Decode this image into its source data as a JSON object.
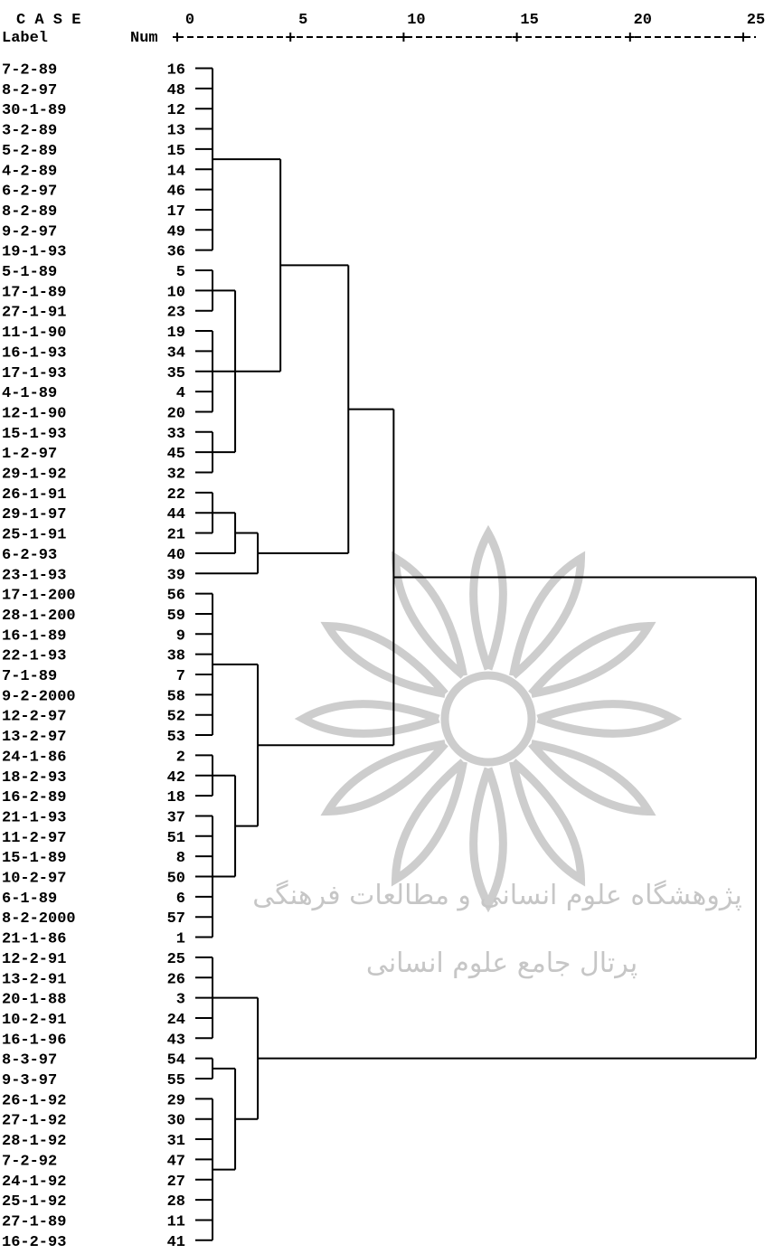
{
  "header": {
    "case_title": "C A S E",
    "label_header": "Label",
    "num_header": "Num",
    "scale_ticks": [
      "0",
      "5",
      "10",
      "15",
      "20",
      "25"
    ],
    "ruler_text": "+---------+---------+---------+---------+---------+"
  },
  "chart_data": {
    "type": "dendrogram",
    "x_axis": {
      "min": 0,
      "max": 25,
      "ticks": [
        0,
        5,
        10,
        15,
        20,
        25
      ]
    },
    "cases": [
      {
        "label": "7-2-89",
        "num": "16"
      },
      {
        "label": "8-2-97",
        "num": "48"
      },
      {
        "label": "30-1-89",
        "num": "12"
      },
      {
        "label": "3-2-89",
        "num": "13"
      },
      {
        "label": "5-2-89",
        "num": "15"
      },
      {
        "label": "4-2-89",
        "num": "14"
      },
      {
        "label": "6-2-97",
        "num": "46"
      },
      {
        "label": "8-2-89",
        "num": "17"
      },
      {
        "label": "9-2-97",
        "num": "49"
      },
      {
        "label": "19-1-93",
        "num": "36"
      },
      {
        "label": "5-1-89",
        "num": "5"
      },
      {
        "label": "17-1-89",
        "num": "10"
      },
      {
        "label": "27-1-91",
        "num": "23"
      },
      {
        "label": "11-1-90",
        "num": "19"
      },
      {
        "label": "16-1-93",
        "num": "34"
      },
      {
        "label": "17-1-93",
        "num": "35"
      },
      {
        "label": "4-1-89",
        "num": "4"
      },
      {
        "label": "12-1-90",
        "num": "20"
      },
      {
        "label": "15-1-93",
        "num": "33"
      },
      {
        "label": "1-2-97",
        "num": "45"
      },
      {
        "label": "29-1-92",
        "num": "32"
      },
      {
        "label": "26-1-91",
        "num": "22"
      },
      {
        "label": "29-1-97",
        "num": "44"
      },
      {
        "label": "25-1-91",
        "num": "21"
      },
      {
        "label": "6-2-93",
        "num": "40"
      },
      {
        "label": "23-1-93",
        "num": "39"
      },
      {
        "label": "17-1-200",
        "num": "56"
      },
      {
        "label": "28-1-200",
        "num": "59"
      },
      {
        "label": "16-1-89",
        "num": "9"
      },
      {
        "label": "22-1-93",
        "num": "38"
      },
      {
        "label": "7-1-89",
        "num": "7"
      },
      {
        "label": "9-2-2000",
        "num": "58"
      },
      {
        "label": "12-2-97",
        "num": "52"
      },
      {
        "label": "13-2-97",
        "num": "53"
      },
      {
        "label": "24-1-86",
        "num": "2"
      },
      {
        "label": "18-2-93",
        "num": "42"
      },
      {
        "label": "16-2-89",
        "num": "18"
      },
      {
        "label": "21-1-93",
        "num": "37"
      },
      {
        "label": "11-2-97",
        "num": "51"
      },
      {
        "label": "15-1-89",
        "num": "8"
      },
      {
        "label": "10-2-97",
        "num": "50"
      },
      {
        "label": "6-1-89",
        "num": "6"
      },
      {
        "label": "8-2-2000",
        "num": "57"
      },
      {
        "label": "21-1-86",
        "num": "1"
      },
      {
        "label": "12-2-91",
        "num": "25"
      },
      {
        "label": "13-2-91",
        "num": "26"
      },
      {
        "label": "20-1-88",
        "num": "3"
      },
      {
        "label": "10-2-91",
        "num": "24"
      },
      {
        "label": "16-1-96",
        "num": "43"
      },
      {
        "label": "8-3-97",
        "num": "54"
      },
      {
        "label": "9-3-97",
        "num": "55"
      },
      {
        "label": "26-1-92",
        "num": "29"
      },
      {
        "label": "27-1-92",
        "num": "30"
      },
      {
        "label": "28-1-92",
        "num": "31"
      },
      {
        "label": "7-2-92",
        "num": "47"
      },
      {
        "label": "24-1-92",
        "num": "27"
      },
      {
        "label": "25-1-92",
        "num": "28"
      },
      {
        "label": "27-1-89",
        "num": "11"
      },
      {
        "label": "16-2-93",
        "num": "41"
      }
    ],
    "merges": [
      {
        "id": "A",
        "rows": [
          0,
          9
        ],
        "dist": 1
      },
      {
        "id": "B",
        "rows": [
          10,
          12
        ],
        "dist": 1
      },
      {
        "id": "C",
        "rows": [
          13,
          17
        ],
        "dist": 1
      },
      {
        "id": "D",
        "rows": [
          18,
          20
        ],
        "dist": 1
      },
      {
        "id": "E",
        "children": [
          "B",
          "C",
          "D"
        ],
        "dist": 2
      },
      {
        "id": "F",
        "children": [
          "A",
          "E"
        ],
        "dist": 4
      },
      {
        "id": "G",
        "rows": [
          21,
          23
        ],
        "dist": 1
      },
      {
        "id": "H",
        "children": [
          "G",
          24
        ],
        "dist": 2
      },
      {
        "id": "I",
        "children": [
          "H",
          25
        ],
        "dist": 3
      },
      {
        "id": "J",
        "children": [
          "F",
          "I"
        ],
        "dist": 7
      },
      {
        "id": "K",
        "rows": [
          26,
          33
        ],
        "dist": 1
      },
      {
        "id": "L",
        "rows": [
          34,
          36
        ],
        "dist": 1
      },
      {
        "id": "M",
        "rows": [
          37,
          43
        ],
        "dist": 1
      },
      {
        "id": "N",
        "children": [
          "L",
          "M"
        ],
        "dist": 2
      },
      {
        "id": "O",
        "children": [
          "K",
          "N"
        ],
        "dist": 3
      },
      {
        "id": "P",
        "children": [
          "J",
          "O"
        ],
        "dist": 9
      },
      {
        "id": "Q",
        "rows": [
          44,
          48
        ],
        "dist": 1
      },
      {
        "id": "R",
        "rows": [
          49,
          50
        ],
        "dist": 1
      },
      {
        "id": "S",
        "rows": [
          51,
          58
        ],
        "dist": 1
      },
      {
        "id": "T",
        "children": [
          "R",
          "S"
        ],
        "dist": 2
      },
      {
        "id": "U",
        "children": [
          "Q",
          "T"
        ],
        "dist": 3
      },
      {
        "id": "V",
        "children": [
          "P",
          "U"
        ],
        "dist": 25
      }
    ]
  },
  "watermark": {
    "line1": "پژوهشگاه علوم انسانی و مطالعات فرهنگی",
    "line2": "پرتال جامع علوم انسانی"
  }
}
